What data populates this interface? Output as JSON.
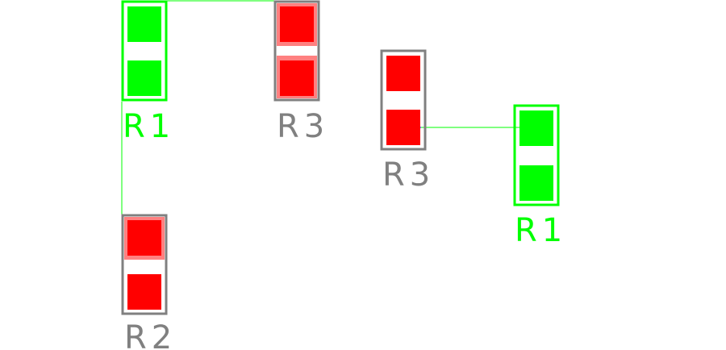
{
  "colors": {
    "background": "#ffffff",
    "selected": "#00ff00",
    "unselected_outline": "#808080",
    "pad_red": "#ff0000",
    "pad_highlight": "#ff8080",
    "pad_green": "#00ff00",
    "ratsnest": "#00ff00",
    "net_line": "#0000ff"
  },
  "components": [
    {
      "id": "r1-top-left",
      "label": "R1",
      "state": "selected"
    },
    {
      "id": "r3-top",
      "label": "R3",
      "state": "unselected",
      "highlighted_pad": "both"
    },
    {
      "id": "r3-middle",
      "label": "R3",
      "state": "unselected"
    },
    {
      "id": "r1-right",
      "label": "R1",
      "state": "selected"
    },
    {
      "id": "r2-bottom-left",
      "label": "R2",
      "state": "unselected",
      "highlighted_pad": "top"
    }
  ],
  "connections": [
    {
      "from": "r1-top-left",
      "to": "r3-top",
      "kind": "ratsnest"
    },
    {
      "from": "r1-top-left",
      "to": "r2-bottom-left",
      "kind": "ratsnest"
    },
    {
      "from": "r3-middle",
      "to": "r1-right",
      "kind": "ratsnest"
    }
  ]
}
